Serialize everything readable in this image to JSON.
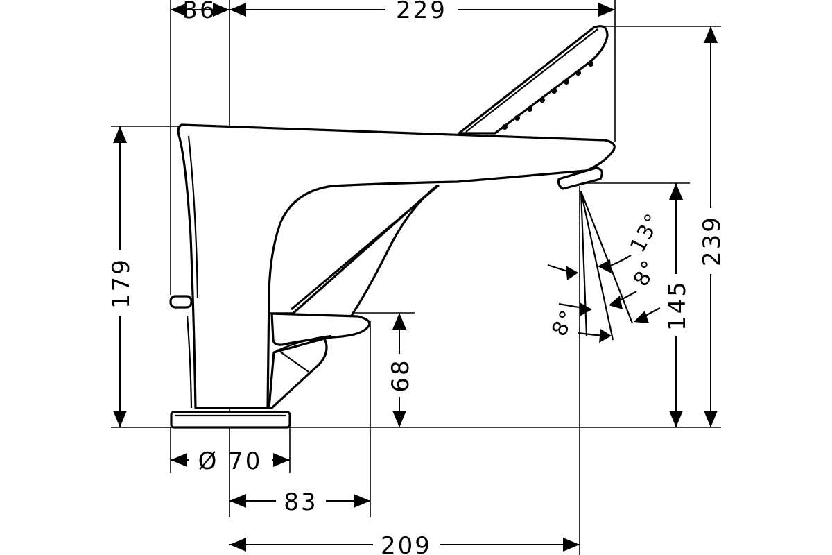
{
  "dimensions": {
    "top_small": "36",
    "top_width": "229",
    "left_height": "179",
    "lever_height": "68",
    "spout_height": "145",
    "total_height": "239",
    "base_diameter": "Ø 70",
    "lever_reach": "83",
    "spout_reach": "209"
  },
  "angles": {
    "angle_13": "13°",
    "angle_8_right": "8°",
    "angle_8_left": "8°"
  }
}
